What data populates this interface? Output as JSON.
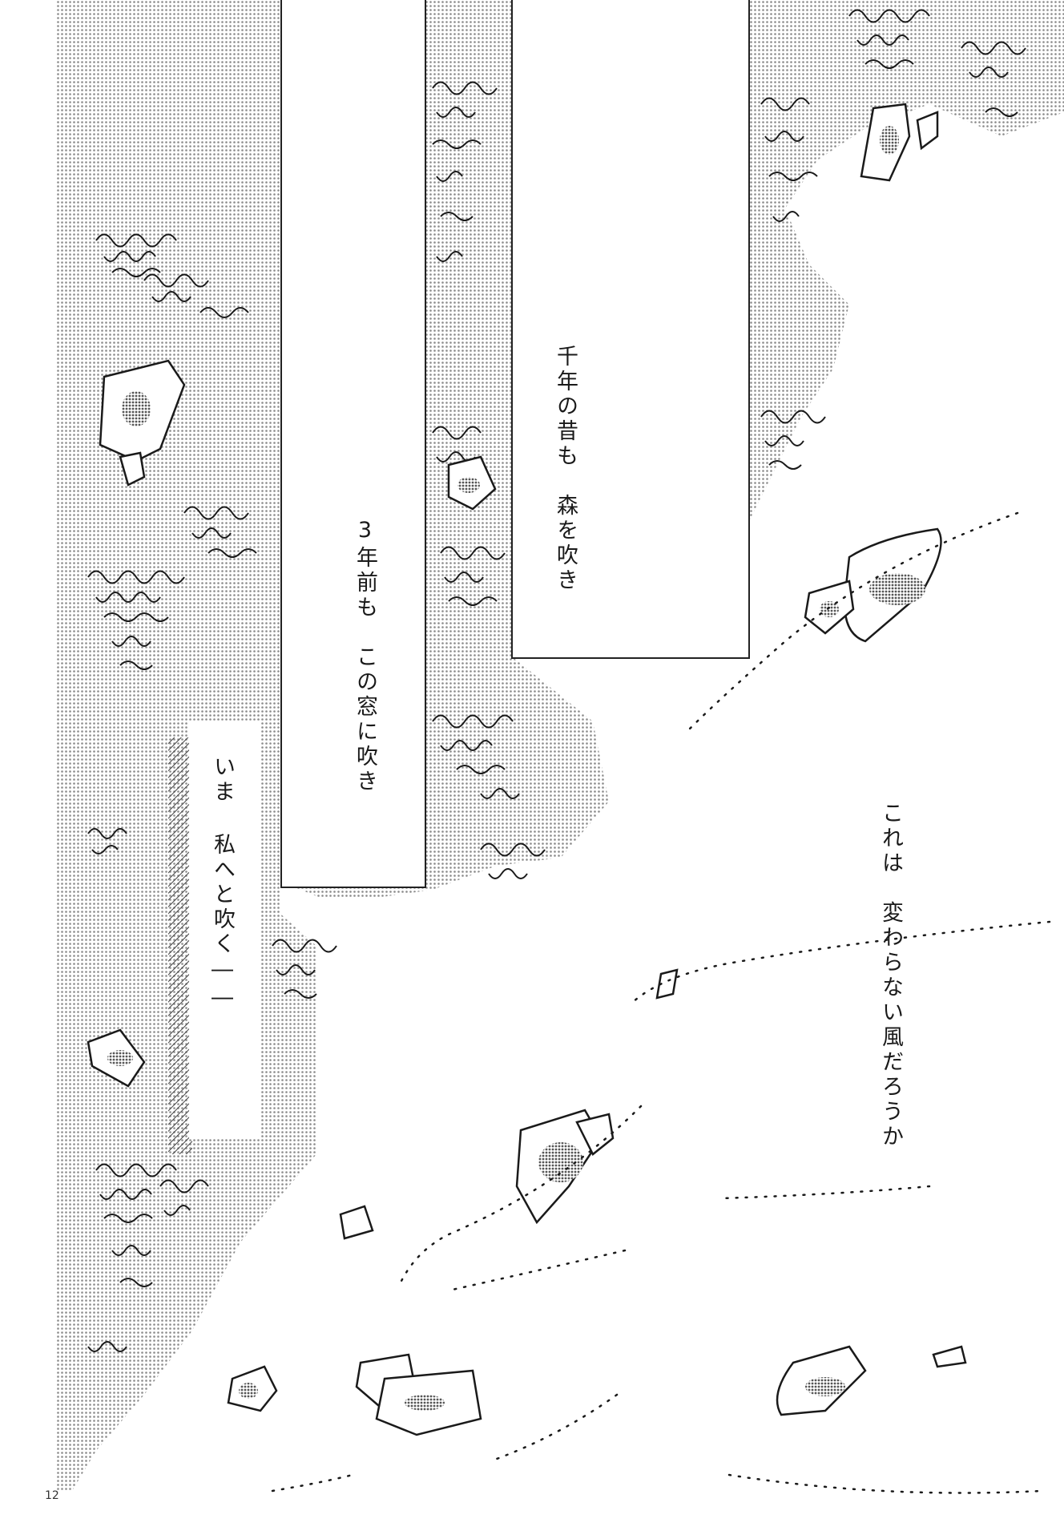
{
  "page": {
    "page_number": "12",
    "captions": {
      "top_right": "千年の昔も　森を吹き",
      "middle": "3年前も　この窓に吹き",
      "left": "いま 私へと吹く――",
      "bottom_right": "これは　変わらない風だろうか"
    }
  },
  "colors": {
    "ink": "#1a1a1a",
    "screentone": "#c8c8c8",
    "paper": "#ffffff"
  }
}
